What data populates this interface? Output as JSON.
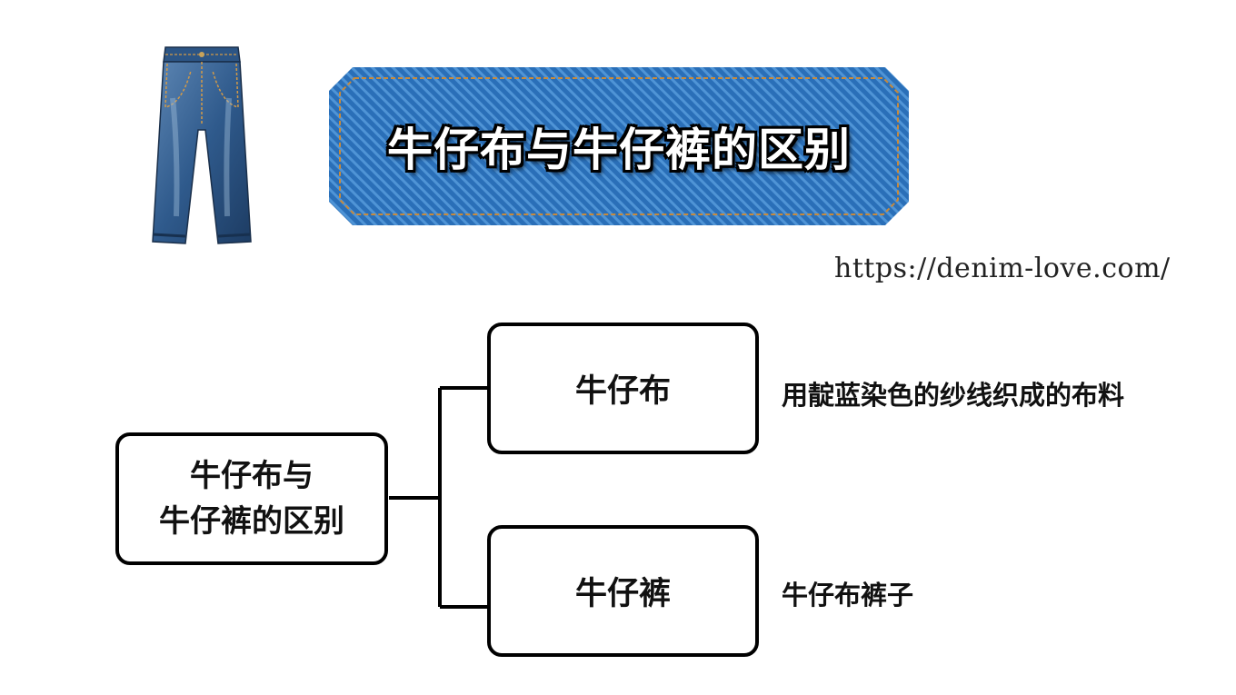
{
  "banner": {
    "title": "牛仔布与牛仔裤的区别"
  },
  "site_url": "https://denim-love.com/",
  "diagram": {
    "root": {
      "line1": "牛仔布与",
      "line2": "牛仔裤的区别"
    },
    "branches": [
      {
        "label": "牛仔布",
        "description": "用靛蓝染色的纱线织成的布料"
      },
      {
        "label": "牛仔裤",
        "description": "牛仔布裤子"
      }
    ]
  },
  "colors": {
    "denim_blue": "#2a6fb8",
    "stitch": "#c98a3a",
    "box_border": "#000000"
  }
}
